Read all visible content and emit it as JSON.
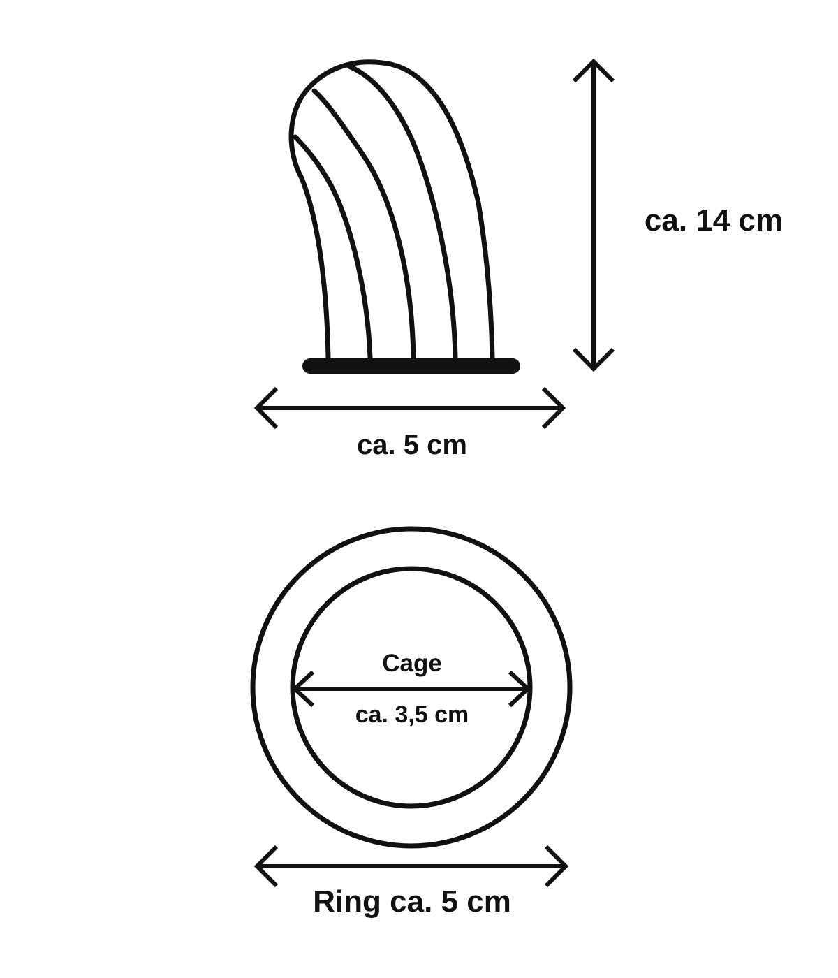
{
  "colors": {
    "ink": "#111111",
    "background": "#ffffff"
  },
  "side_view": {
    "height_label": "ca. 14 cm",
    "width_label": "ca. 5 cm"
  },
  "top_view": {
    "cage_title": "Cage",
    "cage_diameter_label": "ca. 3,5 cm",
    "ring_label": "Ring ca. 5 cm"
  }
}
